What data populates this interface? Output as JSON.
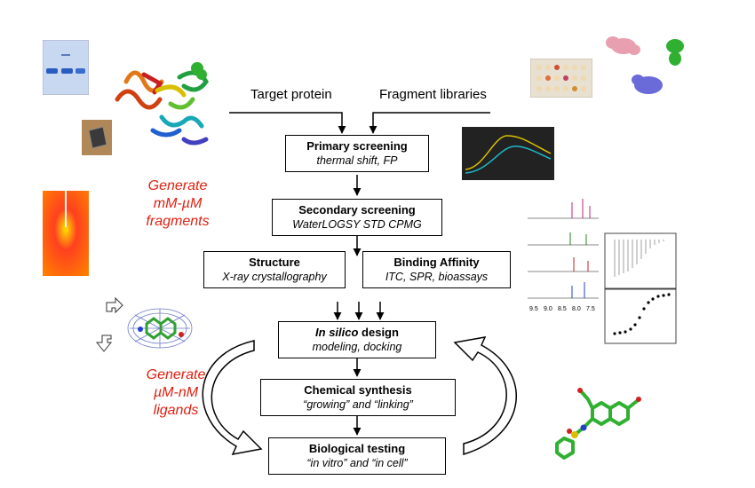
{
  "inputs": {
    "target_protein": "Target protein",
    "fragment_libraries": "Fragment libraries"
  },
  "steps": {
    "primary": {
      "title": "Primary screening",
      "sub": "thermal shift, FP"
    },
    "secondary": {
      "title": "Secondary screening",
      "sub": "WaterLOGSY STD CPMG"
    },
    "structure": {
      "title": "Structure",
      "sub": "X-ray crystallography"
    },
    "binding": {
      "title": "Binding Affinity",
      "sub": "ITC, SPR, bioassays"
    },
    "insilico": {
      "title_em": "In silico",
      "title_rest": " design",
      "sub": "modeling, docking"
    },
    "synthesis": {
      "title": "Chemical synthesis",
      "sub": "“growing” and “linking”"
    },
    "testing": {
      "title": "Biological testing",
      "sub": "“in vitro” and “in cell”"
    }
  },
  "side_labels": {
    "fragments": [
      "Generate",
      "mM-µM",
      "fragments"
    ],
    "ligands": [
      "Generate",
      "µM-nM",
      "ligands"
    ]
  },
  "nmr_axis_ticks": [
    "9.5",
    "9.0",
    "8.5",
    "8.0",
    "7.5"
  ],
  "colors": {
    "highlight_red": "#e02010",
    "thermal_yellow": "#d8c000",
    "thermal_cyan": "#20b8c8"
  }
}
